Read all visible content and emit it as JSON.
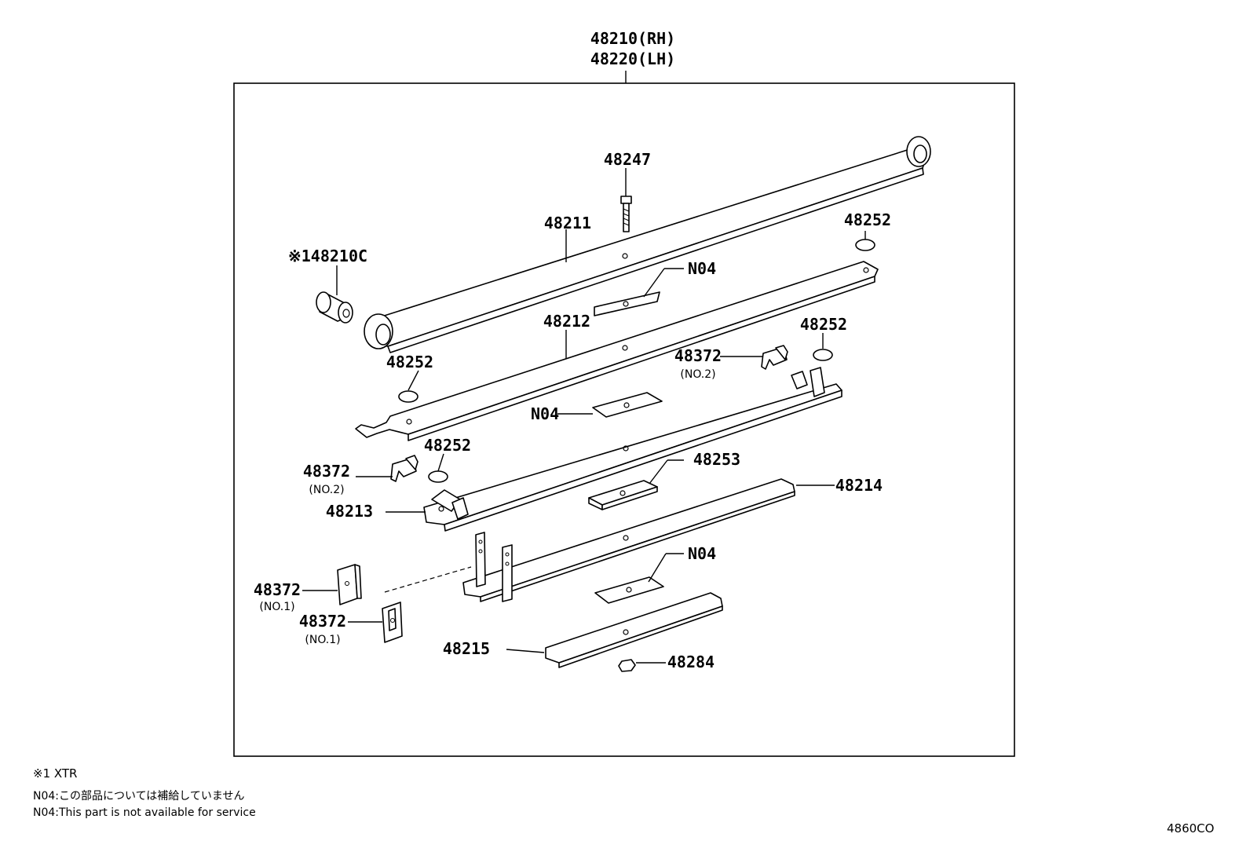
{
  "assembly": {
    "line1": "48210(RH)",
    "line2": "48220(LH)"
  },
  "labels": {
    "l48247": "48247",
    "l48211": "48211",
    "l48252a": "48252",
    "l48210c": "※148210C",
    "n04a": "N04",
    "l48212": "48212",
    "l48252b": "48252",
    "l48372a": "48372",
    "l48372a_sub": "(NO.2)",
    "l48252c": "48252",
    "n04b": "N04",
    "l48252d": "48252",
    "l48253": "48253",
    "l48372b": "48372",
    "l48372b_sub": "(NO.2)",
    "l48213": "48213",
    "l48214": "48214",
    "n04c": "N04",
    "l48372c": "48372",
    "l48372c_sub": "(NO.1)",
    "l48372d": "48372",
    "l48372d_sub": "(NO.1)",
    "l48215": "48215",
    "l48284": "48284"
  },
  "notes": {
    "note1": "※1  XTR",
    "note2": "N04:この部品については補給していません",
    "note3": "N04:This part is not available for service"
  },
  "catalog_code": "4860CO"
}
